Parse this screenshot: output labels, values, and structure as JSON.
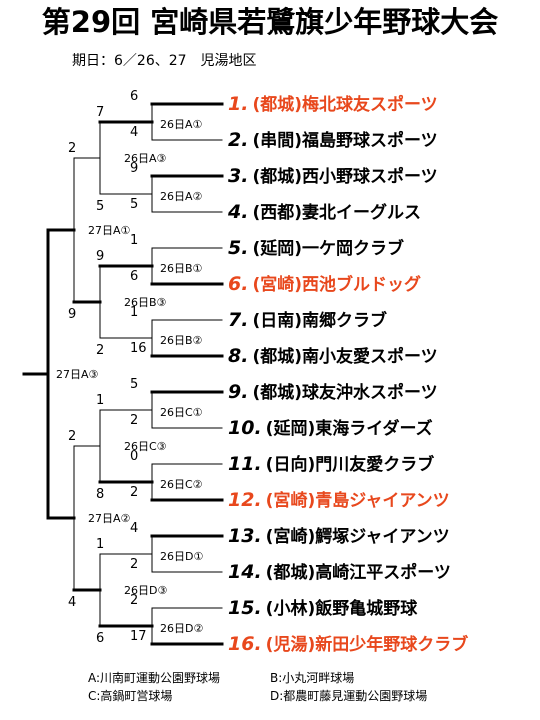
{
  "title": "第29回 宮崎県若鷺旗少年野球大会",
  "date_line": "期日：6／26、27　児湯地区",
  "highlight_color": "#e8481d",
  "teams": [
    {
      "num": "1.",
      "name": "(都城)梅北球友スポーツ",
      "highlight": true
    },
    {
      "num": "2.",
      "name": "(串間)福島野球スポーツ",
      "highlight": false
    },
    {
      "num": "3.",
      "name": "(都城)西小野球スポーツ",
      "highlight": false
    },
    {
      "num": "4.",
      "name": "(西都)妻北イーグルス",
      "highlight": false
    },
    {
      "num": "5.",
      "name": "(延岡)一ケ岡クラブ",
      "highlight": false
    },
    {
      "num": "6.",
      "name": "(宮崎)西池ブルドッグ",
      "highlight": true
    },
    {
      "num": "7.",
      "name": "(日南)南郷クラブ",
      "highlight": false
    },
    {
      "num": "8.",
      "name": "(都城)南小友愛スポーツ",
      "highlight": false
    },
    {
      "num": "9.",
      "name": "(都城)球友沖水スポーツ",
      "highlight": false
    },
    {
      "num": "10.",
      "name": "(延岡)東海ライダーズ",
      "highlight": false
    },
    {
      "num": "11.",
      "name": "(日向)門川友愛クラブ",
      "highlight": false
    },
    {
      "num": "12.",
      "name": "(宮崎)青島ジャイアンツ",
      "highlight": true
    },
    {
      "num": "13.",
      "name": "(宮崎)鰐塚ジャイアンツ",
      "highlight": false
    },
    {
      "num": "14.",
      "name": "(都城)高崎江平スポーツ",
      "highlight": false
    },
    {
      "num": "15.",
      "name": "(小林)飯野亀城野球",
      "highlight": false
    },
    {
      "num": "16.",
      "name": "(児湯)新田少年野球クラブ",
      "highlight": true
    }
  ],
  "first_round": [
    {
      "label": "26日A①",
      "top": "6",
      "bottom": "4"
    },
    {
      "label": "26日A②",
      "top": "9",
      "bottom": "5"
    },
    {
      "label": "26日B①",
      "top": "1",
      "bottom": "6"
    },
    {
      "label": "26日B②",
      "top": "1",
      "bottom": "16"
    },
    {
      "label": "26日C①",
      "top": "5",
      "bottom": "2"
    },
    {
      "label": "26日C②",
      "top": "0",
      "bottom": "2"
    },
    {
      "label": "26日D①",
      "top": "4",
      "bottom": "2"
    },
    {
      "label": "26日D②",
      "top": "2",
      "bottom": "17"
    }
  ],
  "second_round": [
    {
      "label": "26日A③",
      "top": "7",
      "bottom": "5"
    },
    {
      "label": "26日B③",
      "top": "9",
      "bottom": "2"
    },
    {
      "label": "26日C③",
      "top": "1",
      "bottom": "8"
    },
    {
      "label": "26日D③",
      "top": "1",
      "bottom": "6"
    }
  ],
  "semi_final": [
    {
      "label": "27日A①",
      "top": "2",
      "bottom": "9"
    },
    {
      "label": "27日A②",
      "top": "2",
      "bottom": "4"
    }
  ],
  "final": {
    "label": "27日A③"
  },
  "venues": [
    "A:川南町運動公園野球場",
    "B:小丸河畔球場",
    "C:高鍋町営球場",
    "D:都農町藤見運動公園野球場"
  ]
}
